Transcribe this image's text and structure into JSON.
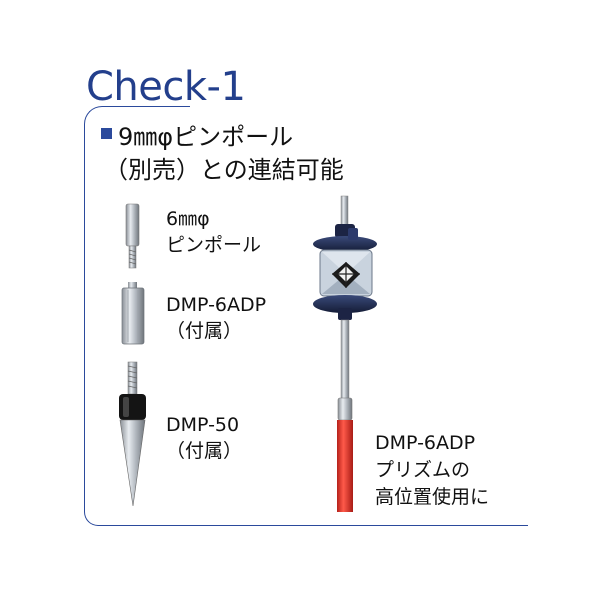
{
  "title": "Check-1",
  "heading": {
    "line1": "9㎜φピンポール",
    "line2": "（別売）との連結可能"
  },
  "items": [
    {
      "line1": "6㎜φ",
      "line2": "ピンポール"
    },
    {
      "line1": "DMP-6ADP",
      "line2": "（付属）"
    },
    {
      "line1": "DMP-50",
      "line2": "（付属）"
    }
  ],
  "prism_caption": {
    "line1": "DMP-6ADP",
    "line2": "プリズムの",
    "line3": "高位置使用に"
  },
  "colors": {
    "accent": "#2b4a9c",
    "pole_red": "#e8362a"
  }
}
